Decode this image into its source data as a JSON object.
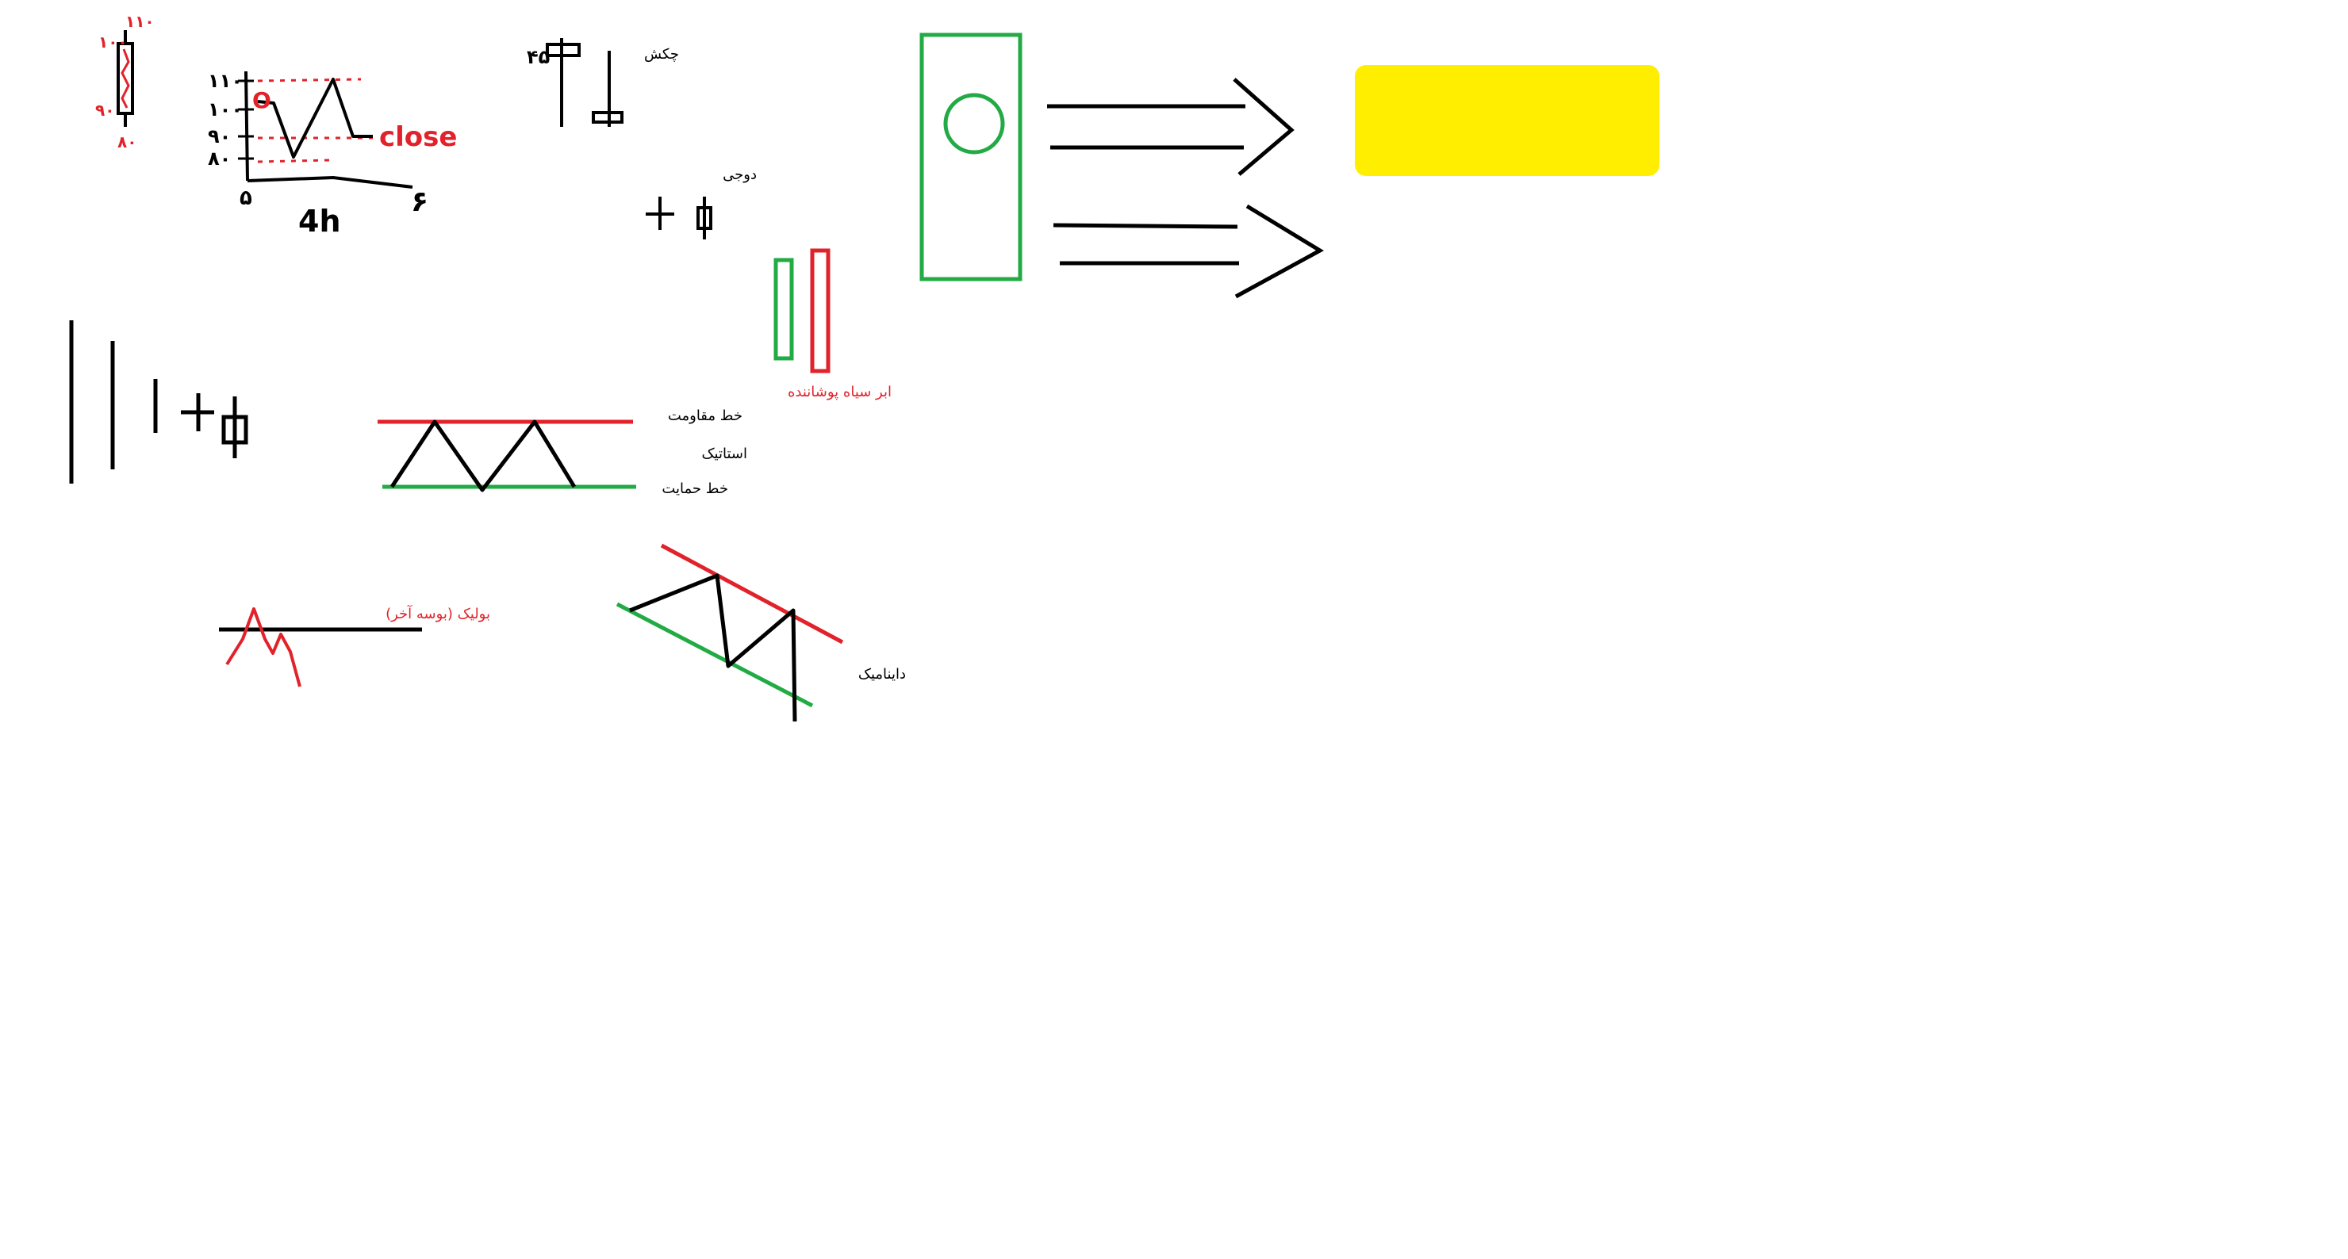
{
  "colors": {
    "black": "#000000",
    "red": "#e2222a",
    "green": "#22aa44",
    "yellow": "#ffee00",
    "background": "#ffffff"
  },
  "labels": {
    "hammer": "چکش",
    "doji": "دوجی",
    "dark_cloud": "ابر سیاه پوشاننده",
    "resistance": "خط مقاومت",
    "static": "استاتیک",
    "support": "خط حمایت",
    "bull_trap": "بولیک (بوسه آخر)",
    "dynamic": "داینامیک"
  },
  "candle_marks": {
    "high": "۱۱۰",
    "open": "۱۰۰",
    "close": "۹۰",
    "low": "۸۰"
  },
  "mini_chart": {
    "y_ticks": [
      "۱۱۰",
      "۱۰۰",
      "۹۰",
      "۸۰"
    ],
    "open_letter": "O",
    "close_word": "close",
    "x_start": "۵",
    "x_end": "۶",
    "x_label": "4h"
  },
  "hammer_marks": {
    "digits": "۴۵"
  }
}
